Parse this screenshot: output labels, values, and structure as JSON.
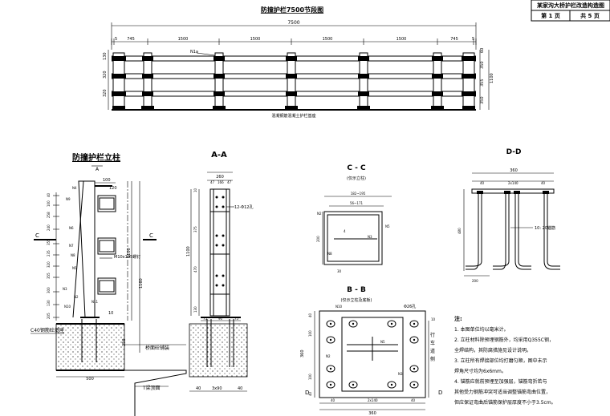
{
  "title_block": {
    "project": "某家沟大桥护栏改造构造图",
    "page": "第 1 页",
    "total": "共 5 页"
  },
  "elevation": {
    "title": "防撞护栏7500节段图",
    "total_length": "7500",
    "segments": [
      "5",
      "745",
      "1500",
      "1500",
      "1500",
      "1500",
      "745",
      "5"
    ],
    "left_dims": [
      "130",
      "320",
      "320"
    ],
    "right_dims": [
      "60",
      "350",
      "355",
      "350"
    ],
    "right_total": "1100",
    "rail_label": "N1a",
    "base_label": "混凝钢筋混凝土护栏基座"
  },
  "post": {
    "title": "防撞护栏立柱",
    "section_marks": [
      "A",
      "C",
      "C"
    ],
    "left_dims": [
      "40",
      "100",
      "258",
      "240",
      "355",
      "235",
      "320",
      "355",
      "300",
      "130",
      "205"
    ],
    "top_dims": [
      "100",
      "120"
    ],
    "labels": [
      "N4",
      "N9",
      "N6",
      "N7",
      "N8",
      "N5",
      "N3",
      "N10",
      "N2",
      "N11"
    ],
    "bolt_label": "M10x195螺钉",
    "height_label": "1100",
    "base_height": "1160",
    "base_label": "C40钢筋砼基座",
    "bottom_dims": [
      "10",
      "500"
    ],
    "bridge_label": "桥面砼铺装",
    "deck_label": "T梁顶面",
    "depth_dim": "350"
  },
  "sectionA": {
    "title": "A-A",
    "top_dim": "260",
    "sub_dims": [
      "47",
      "166",
      "47"
    ],
    "bolt_label": "12-Φ12孔",
    "left_dims": [
      "10",
      "375",
      "470",
      "1100",
      "130"
    ],
    "bottom_dims": [
      "75",
      "90",
      "75"
    ],
    "foot_dims": [
      "40",
      "3x90",
      "40"
    ]
  },
  "sectionC": {
    "title": "C - C",
    "subtitle": "(仅示立柱)",
    "dims": [
      "182~195",
      "56~171",
      "200",
      "30"
    ],
    "labels": [
      "N2",
      "N3",
      "N5",
      "N8"
    ],
    "weld": "4"
  },
  "sectionB": {
    "title": "B - B",
    "subtitle": "(仅示立柱及底板)",
    "labels": [
      "N10",
      "N2",
      "N5",
      "N3"
    ],
    "hole_label": "Φ26孔",
    "traffic_label": "行\n车\n道\n侧",
    "left_dims": [
      "40",
      "100",
      "360",
      "100",
      "40"
    ],
    "right_dims": [
      "10"
    ],
    "bottom_dims": [
      "40",
      "2x140",
      "40"
    ],
    "total_dim": "360",
    "marks": [
      "D",
      "D"
    ]
  },
  "sectionD": {
    "title": "D-D",
    "top_dim": "360",
    "sub_dims": [
      "40",
      "2x140",
      "40"
    ],
    "left_dim": "480",
    "bottom_dim": "200",
    "rebar_label": "10: 20锚筋"
  },
  "notes": {
    "heading": "注:",
    "items": [
      "1. 本图单位均以毫米计。",
      "2. 立柱材料除预埋钢筋外，均采用Q355C钢，",
      "   全焊结构，其防腐措施见设计说明。",
      "3. 立柱所有焊接部位均打磨匀顺，图中未示",
      "   焊角尺寸均为6x6mm。",
      "4. 锚筋应就前预埋至加强层，锚筋弯折若与",
      "   其他受力钢筋冲突可适当调整锚筋弯曲位置，",
      "   但应保证弯曲后锚筋保护层厚度不小于3.5cm。"
    ]
  }
}
